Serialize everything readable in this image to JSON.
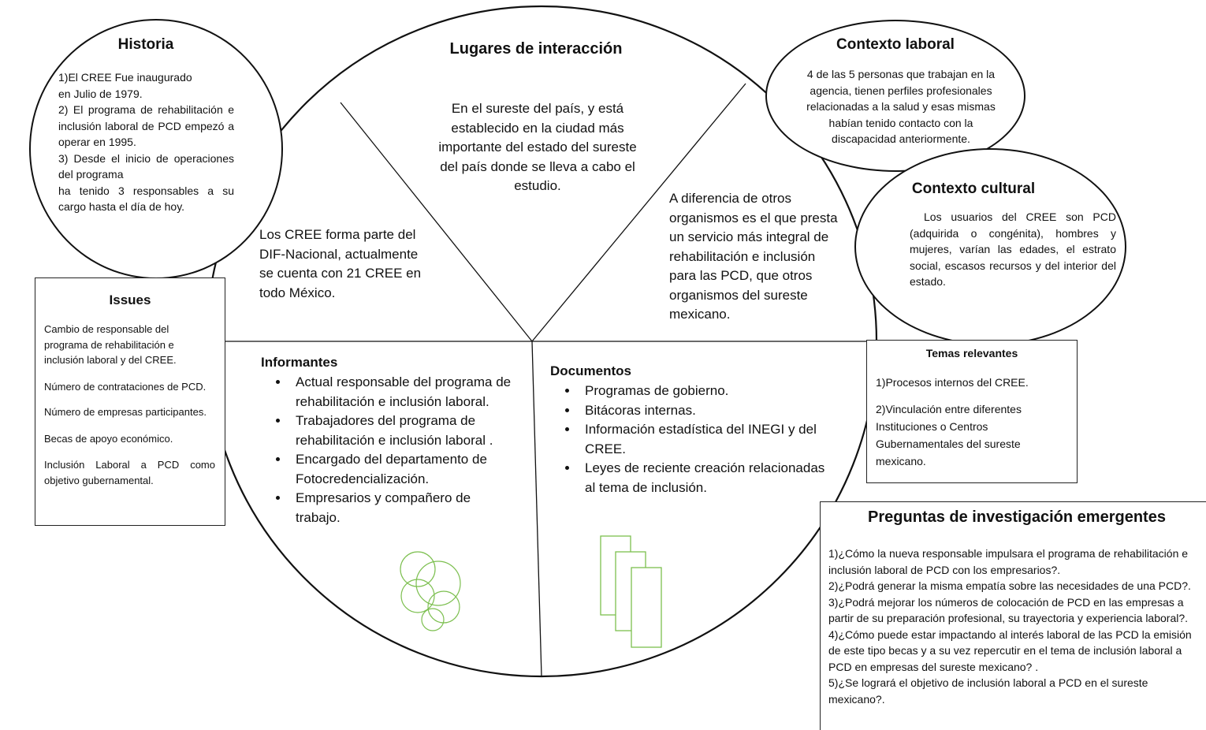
{
  "historia": {
    "title": "Historia",
    "lines": [
      "1)El CREE Fue inaugurado",
      "en Julio de 1979.",
      "2) El programa de rehabilitación e inclusión laboral de PCD empezó a operar en 1995.",
      "3) Desde el inicio de operaciones del programa",
      "ha tenido 3  responsables a su cargo hasta el día de hoy."
    ]
  },
  "lugares": {
    "title": "Lugares de interacción",
    "top_text": "En el sureste del país, y está establecido en la ciudad más importante del estado del sureste del país donde se lleva a cabo el estudio.",
    "left_text": "Los CREE forma parte del DIF-Nacional, actualmente se cuenta con 21 CREE en todo México.",
    "right_text": "A diferencia de otros organismos es el que presta un servicio más integral de rehabilitación e inclusión para las PCD, que otros organismos del sureste mexicano."
  },
  "informantes": {
    "title": "Informantes",
    "items": [
      " Actual responsable del programa de rehabilitación e inclusión laboral.",
      "Trabajadores del programa de rehabilitación e inclusión laboral .",
      "Encargado del departamento de Fotocredencialización.",
      "Empresarios y compañero de trabajo."
    ]
  },
  "documentos": {
    "title": "Documentos",
    "items": [
      "Programas de gobierno.",
      "Bitácoras internas.",
      "Información estadística del INEGI y del CREE.",
      "Leyes de reciente creación relacionadas al tema de inclusión."
    ]
  },
  "contexto_laboral": {
    "title": "Contexto laboral",
    "text": "4 de las 5 personas que trabajan en la agencia, tienen perfiles profesionales relacionadas a la salud y esas mismas habían tenido contacto con la discapacidad anteriormente."
  },
  "contexto_cultural": {
    "title": "Contexto cultural",
    "text": "Los usuarios del CREE son PCD (adquirida o congénita), hombres y mujeres, varían las edades, el estrato social, escasos recursos y del interior del estado."
  },
  "issues": {
    "title": "Issues",
    "items": [
      "Cambio de responsable del programa de rehabilitación e inclusión laboral y del CREE.",
      "Número de contrataciones de PCD.",
      "Número de empresas participantes.",
      "Becas de apoyo económico.",
      "Inclusión Laboral a PCD como objetivo gubernamental."
    ]
  },
  "temas": {
    "title": "Temas relevantes",
    "items": [
      "1)Procesos internos del CREE.",
      "2)Vinculación entre diferentes Instituciones o Centros Gubernamentales del sureste mexicano."
    ]
  },
  "preguntas": {
    "title": "Preguntas de investigación emergentes",
    "items": [
      "1)¿Cómo la nueva responsable impulsara el programa de rehabilitación e inclusión laboral de PCD con los empresarios?.",
      "2)¿Podrá generar la misma empatía sobre las necesidades de una PCD?.",
      "3)¿Podrá mejorar los números de colocación de PCD en las empresas a partir de su preparación profesional, su trayectoria y experiencia laboral?.",
      "4)¿Cómo puede estar impactando al interés laboral de las PCD la emisión de este tipo becas y a su vez repercutir en el tema de inclusión laboral a PCD en empresas del sureste mexicano? .",
      "5)¿Se logrará el objetivo de inclusión laboral a PCD en el sureste mexicano?."
    ]
  },
  "colors": {
    "outline": "#111111",
    "icon_green": "#7cbf4f"
  },
  "icons": {
    "people": "circles-cluster-icon",
    "documents": "stacked-documents-icon"
  }
}
